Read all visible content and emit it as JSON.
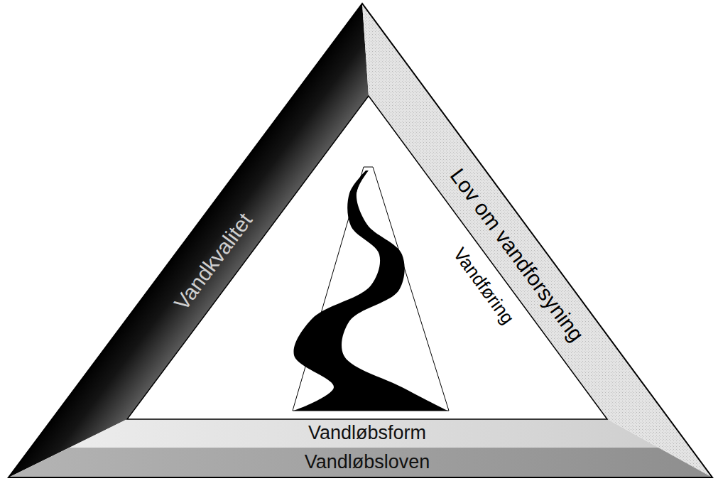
{
  "diagram": {
    "nodes": [
      {
        "text": [
          "Vandkvalitet"
        ]
      },
      {
        "text": [
          "Lov om vandforsyning"
        ]
      },
      {
        "text": [
          "Vandføring"
        ]
      },
      {
        "text": [
          "Vandløbsform"
        ]
      },
      {
        "text": [
          "Vandløbsloven"
        ]
      }
    ]
  }
}
